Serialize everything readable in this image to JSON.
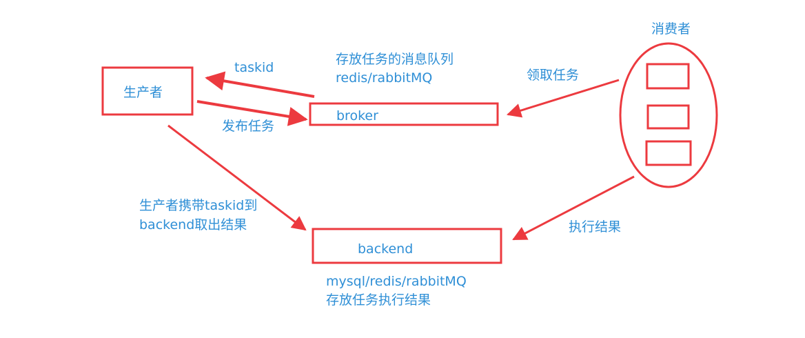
{
  "colors": {
    "shape_stroke": "#ec3a3f",
    "arrow": "#ec3a3f",
    "text": "#2f8fd6",
    "background": "#ffffff"
  },
  "nodes": {
    "producer": {
      "label": "生产者"
    },
    "broker": {
      "label": "broker"
    },
    "backend": {
      "label": "backend"
    },
    "consumers": {
      "title": "消费者",
      "worker_count": 3
    }
  },
  "annotations": {
    "broker_desc_line1": "存放任务的消息队列",
    "broker_desc_line2": "redis/rabbitMQ",
    "taskid": "taskid",
    "publish_task": "发布任务",
    "fetch_task": "领取任务",
    "producer_fetch_line1": "生产者携带taskid到",
    "producer_fetch_line2": "backend取出结果",
    "exec_result": "执行结果",
    "backend_desc_line1": "mysql/redis/rabbitMQ",
    "backend_desc_line2": "存放任务执行结果"
  },
  "edges": [
    {
      "from": "broker",
      "to": "producer",
      "label_key": "taskid"
    },
    {
      "from": "producer",
      "to": "broker",
      "label_key": "publish_task"
    },
    {
      "from": "consumers",
      "to": "broker",
      "label_key": "fetch_task"
    },
    {
      "from": "producer",
      "to": "backend",
      "label_key": "producer_fetch_line1"
    },
    {
      "from": "consumers",
      "to": "backend",
      "label_key": "exec_result"
    }
  ]
}
